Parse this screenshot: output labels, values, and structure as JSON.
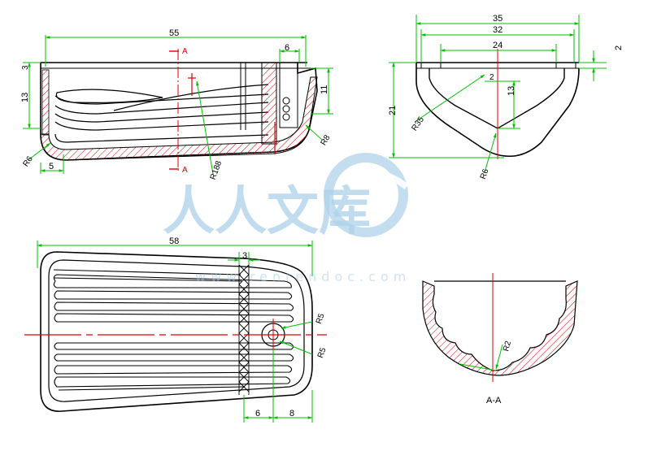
{
  "drawing": {
    "colors": {
      "outline": "#000000",
      "dimension": "#00c000",
      "centerline": "#e00000",
      "hatch": "#e00000",
      "watermark": "#9ec9e6"
    },
    "front_view": {
      "dims": {
        "width": "55",
        "slot": "6",
        "top_small": "3",
        "height_13": "13",
        "height_11": "11",
        "bottom_5": "5",
        "radius_r6": "R6",
        "radius_r8": "R8",
        "radius_r188": "R188"
      },
      "section_mark": "A"
    },
    "side_view": {
      "dims": {
        "w35": "35",
        "w32": "32",
        "w24": "24",
        "h2": "2",
        "h21": "21",
        "h13": "13",
        "ang2": "2",
        "r35": "R35",
        "r6": "R6"
      }
    },
    "top_view": {
      "dims": {
        "width": "58",
        "w3": "3",
        "r5a": "R5",
        "r5b": "R5",
        "d6": "6",
        "d8": "8"
      }
    },
    "section_view": {
      "dims": {
        "r2": "R2"
      },
      "label": "A-A"
    },
    "watermark": {
      "text": "人人文库",
      "url": "www.renrendoc.com"
    }
  }
}
